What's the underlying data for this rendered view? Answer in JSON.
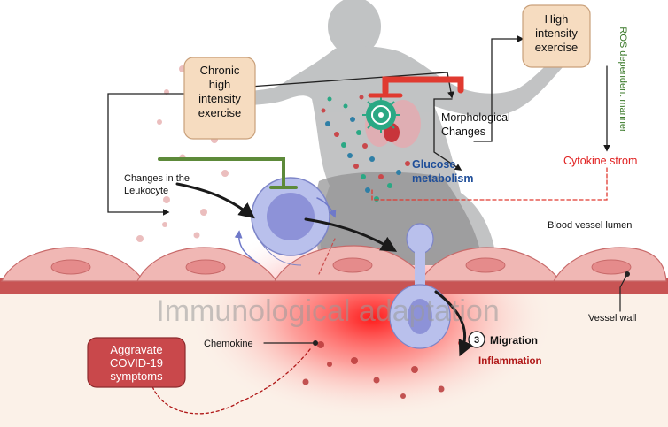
{
  "labels": {
    "chronic_exercise": [
      "Chronic",
      "high",
      "intensity",
      "exercise"
    ],
    "high_exercise": [
      "High",
      "intensity",
      "exercise"
    ],
    "ros_manner": "ROS dependent manner",
    "morphological": [
      "Morphological",
      "Changes"
    ],
    "glucose": [
      "Glucose",
      "metabolism"
    ],
    "cytokine": "Cytokine strom",
    "leukocyte": [
      "Changes in the",
      "Leukocyte"
    ],
    "blood_vessel_lumen": "Blood vessel lumen",
    "vessel_wall": "Vessel wall",
    "watermark": "Immunological adaptation",
    "migration_number": "3",
    "migration": "Migration",
    "chemokine": "Chemokine",
    "inflammation": "Inflammation",
    "covid": [
      "Aggravate",
      "COVID-19",
      "symptoms"
    ]
  },
  "colors": {
    "exercise_box": "#f6dcc0",
    "covid_box": "#c9484b",
    "inhibit_green": "#5d8a3a",
    "inhibit_red": "#e03a30",
    "cytokine_text": "#e02020",
    "glucose_text": "#1f4e99",
    "ros_text": "#3b7a2a",
    "inflammation_text": "#b01818",
    "cell_fill": "#b9c0ec",
    "vessel_cell": "#f0b7b4",
    "vessel_wall": "#c85454"
  }
}
